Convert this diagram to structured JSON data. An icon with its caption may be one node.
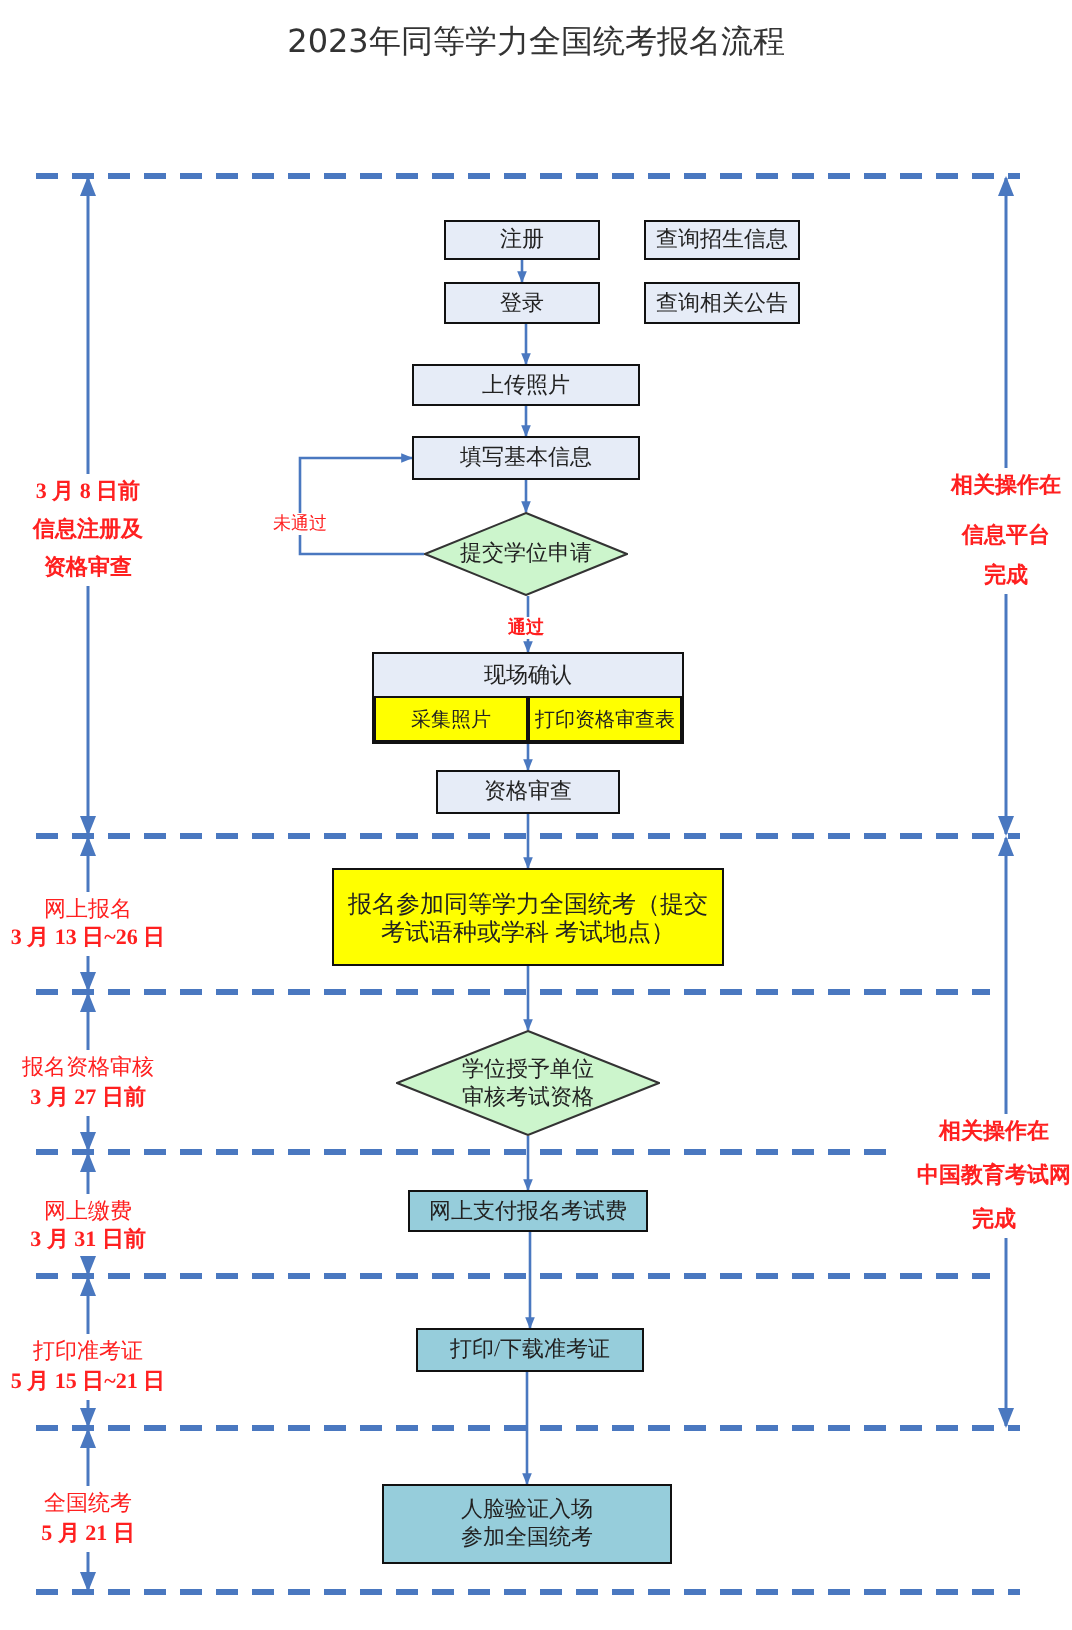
{
  "diagram": {
    "title": "2023年同等学力全国统考报名流程",
    "nodes": [
      {
        "text": [
          "注册"
        ]
      },
      {
        "text": [
          "查询招生信息"
        ]
      },
      {
        "text": [
          "登录"
        ]
      },
      {
        "text": [
          "查询相关公告"
        ]
      },
      {
        "text": [
          "上传照片"
        ]
      },
      {
        "text": [
          "填写基本信息"
        ]
      },
      {
        "text": [
          "提交学位申请"
        ]
      },
      {
        "text": [
          "现场确认"
        ]
      },
      {
        "text": [
          "采集照片"
        ],
        "in": 7
      },
      {
        "text": [
          "打印资格审查表"
        ],
        "in": 7
      },
      {
        "text": [
          "资格审查"
        ]
      },
      {
        "text": [
          "报名参加同等学力全国统考（提交考试语种或学科 考试地点）"
        ]
      },
      {
        "text": [
          "学位授予单位审核考试资格"
        ]
      },
      {
        "text": [
          "网上支付报名考试费"
        ]
      },
      {
        "text": [
          "打印/下载准考证"
        ]
      },
      {
        "text": [
          "人脸验证入场参加全国统考"
        ]
      }
    ],
    "edges": [
      {
        "from": 0,
        "to": 2,
        "arrow": "to"
      },
      {
        "from": 2,
        "to": 4,
        "arrow": "to"
      },
      {
        "from": 4,
        "to": 5,
        "arrow": "to"
      },
      {
        "from": 5,
        "to": 6,
        "arrow": "to"
      },
      {
        "from": 6,
        "to": 5,
        "arrow": "to",
        "label": "未通过"
      },
      {
        "from": 6,
        "to": 7,
        "arrow": "to",
        "label": "通过"
      },
      {
        "from": 7,
        "to": 10,
        "arrow": "to"
      },
      {
        "from": 10,
        "to": 11,
        "arrow": "to"
      },
      {
        "from": 11,
        "to": 12,
        "arrow": "to"
      },
      {
        "from": 12,
        "to": 13,
        "arrow": "to"
      },
      {
        "from": 13,
        "to": 14,
        "arrow": "to"
      },
      {
        "from": 14,
        "to": 15,
        "arrow": "to"
      }
    ],
    "labels": [
      "3 月 8 日前",
      "信息注册及",
      "资格审查",
      "相关操作在",
      "信息平台",
      "完成",
      "网上报名",
      "3 月 13 日~26 日",
      "报名资格审核",
      "3 月 27 日前",
      "相关操作在",
      "中国教育考试网",
      "完成",
      "网上缴费",
      "3 月 31 日前",
      "打印准考证",
      "5 月 15 日~21 日",
      "全国统考",
      "5 月 21 日"
    ]
  }
}
